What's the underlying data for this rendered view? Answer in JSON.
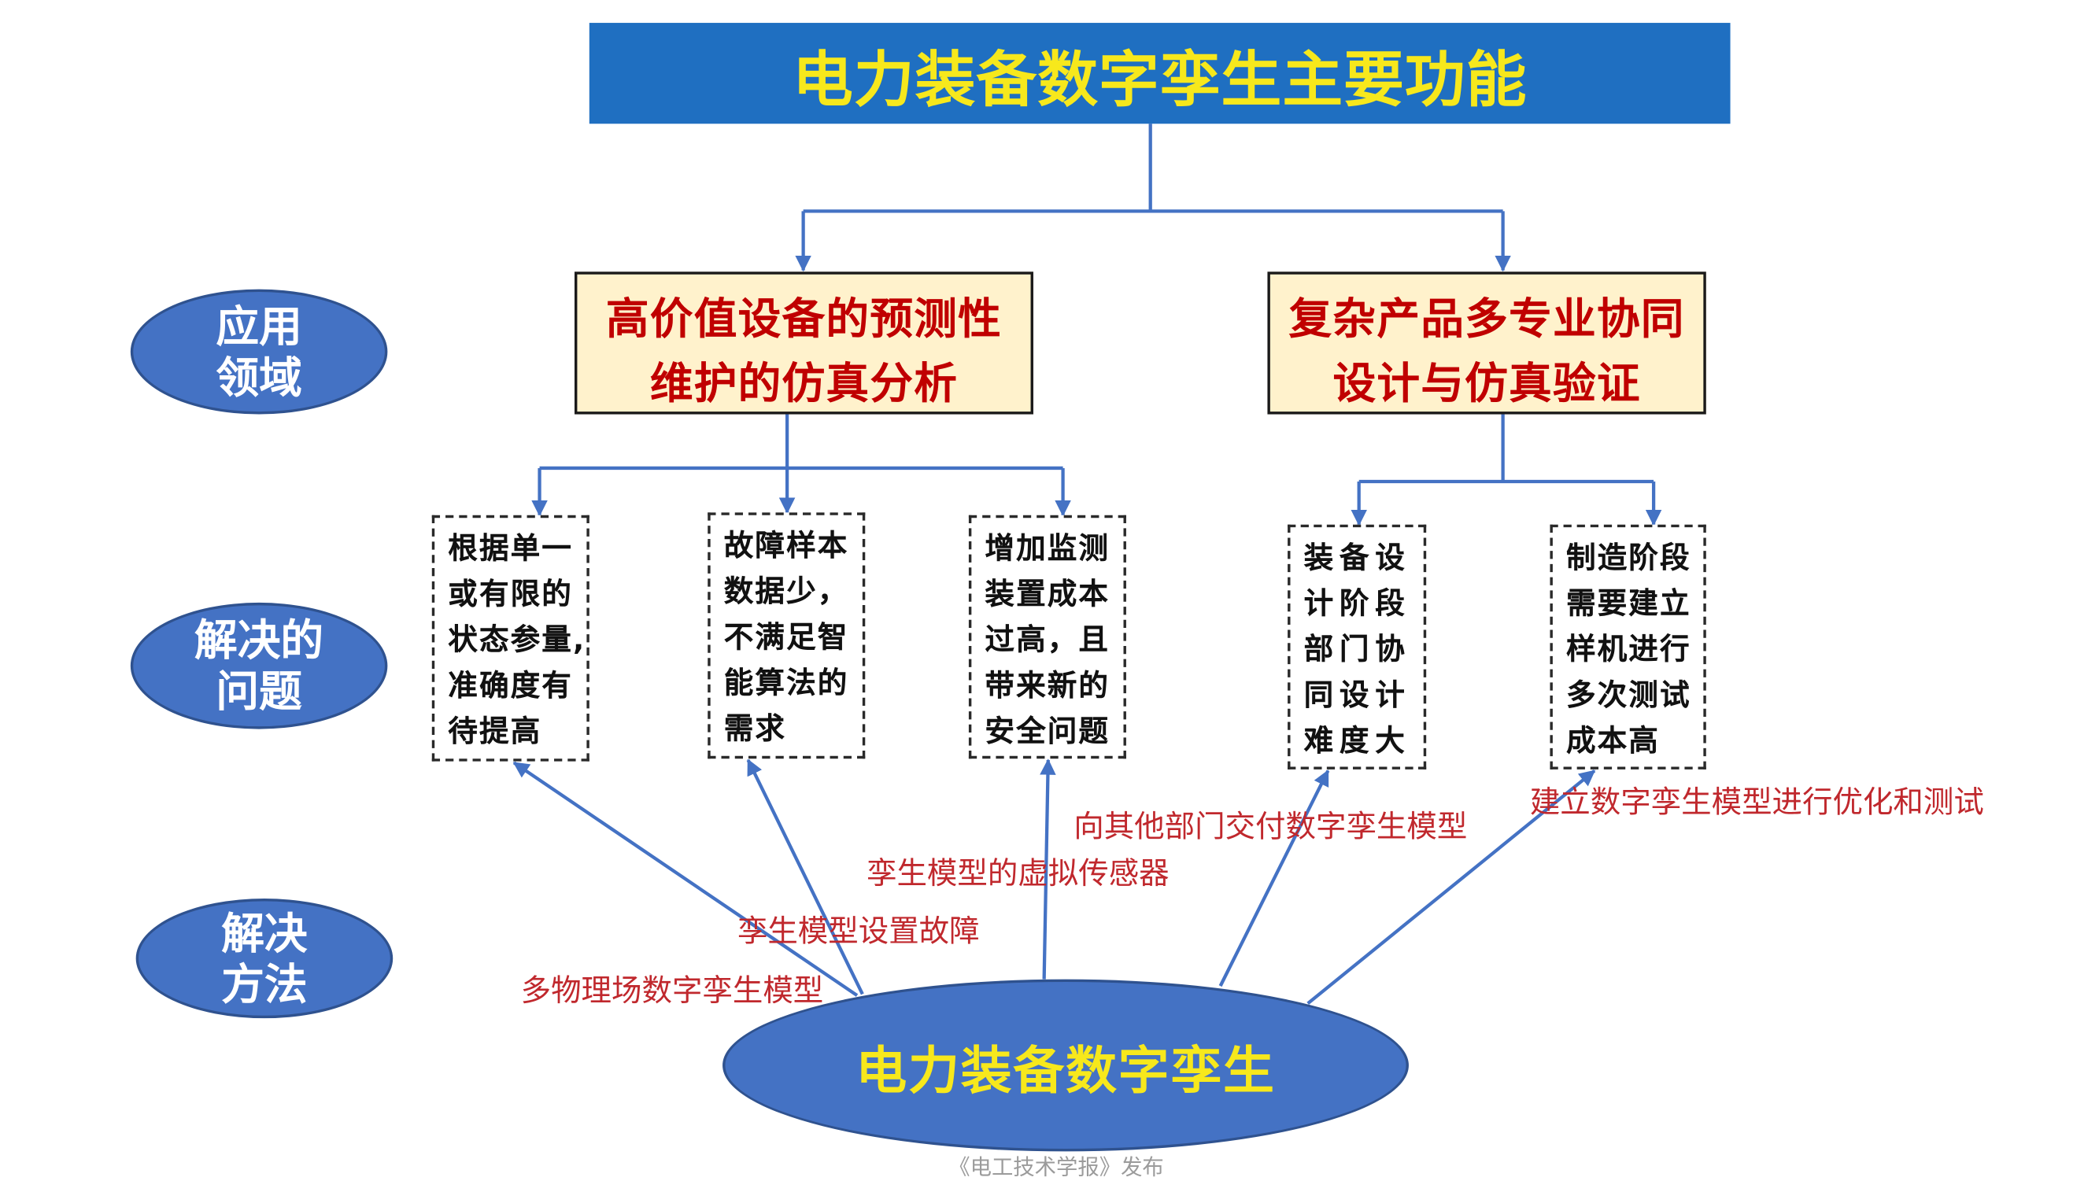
{
  "title": "电力装备数字孪生主要功能",
  "row_labels": {
    "application_domain": "应用\n领域",
    "problems_solved": "解决的\n问题",
    "solution_methods": "解决\n方法"
  },
  "application_domains": [
    {
      "text": "高价值设备的预测性\n维护的仿真分析",
      "problems": [
        {
          "text": "根据单一\n或有限的\n状态参量,\n准确度有\n待提高",
          "method": "多物理场数字孪生模型"
        },
        {
          "text": "故障样本\n数据少，\n不满足智\n能算法的\n需求",
          "method": "孪生模型设置故障"
        },
        {
          "text": "增加监测\n装置成本\n过高，且\n带来新的\n安全问题",
          "method": "孪生模型的虚拟传感器"
        }
      ]
    },
    {
      "text": "复杂产品多专业协同\n设计与仿真验证",
      "problems": [
        {
          "text": "装备设\n计阶段\n部门协\n同设计\n难度大",
          "method": "向其他部门交付数字孪生模型"
        },
        {
          "text": "制造阶段\n需要建立\n样机进行\n多次测试\n成本高",
          "method": "建立数字孪生模型进行优化和测试"
        }
      ]
    }
  ],
  "core": "电力装备数字孪生",
  "footer": "《电工技术学报》发布",
  "colors": {
    "title_banner": "#1f6fc1",
    "title_text": "#f7e81c",
    "ellipse_fill": "#4472c4",
    "ellipse_border": "#2f528f",
    "domain_box_fill": "#fff2cc",
    "domain_text": "#c00000",
    "method_text": "#c0282d",
    "connector": "#4472c4",
    "footer_text": "#9b9b9b"
  }
}
